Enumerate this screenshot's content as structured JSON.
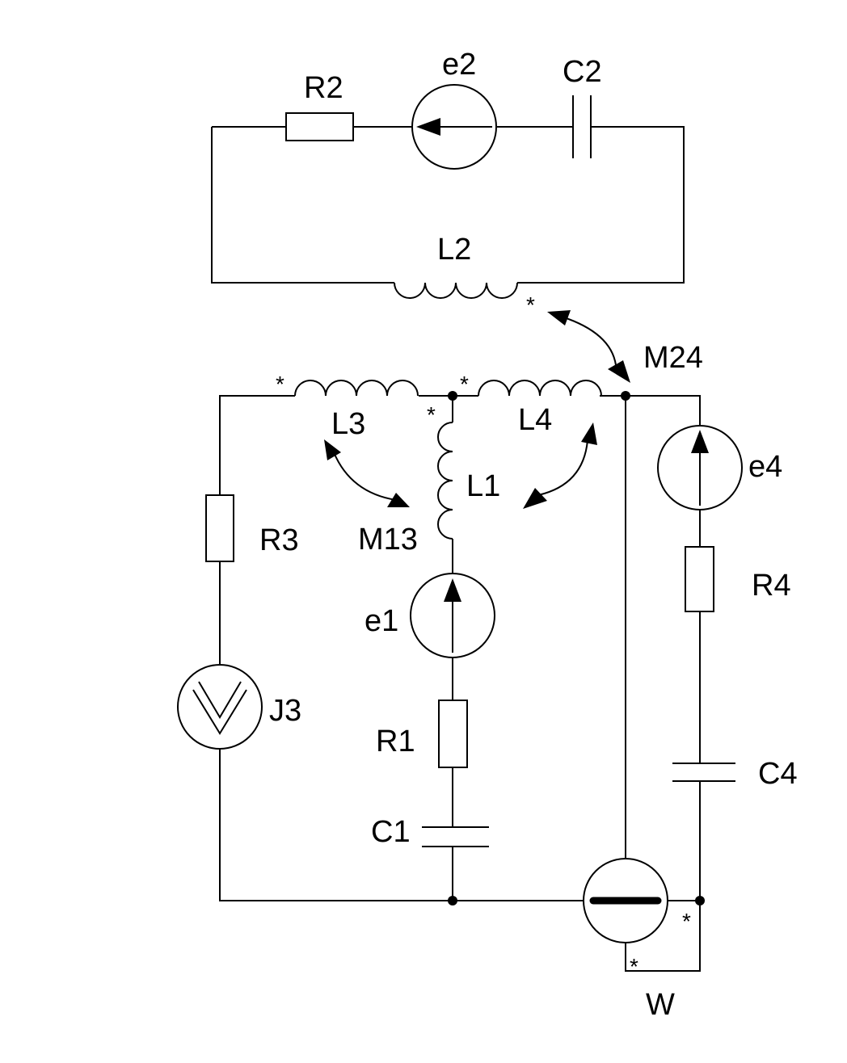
{
  "diagram": {
    "labels": {
      "R2": "R2",
      "e2": "e2",
      "C2": "C2",
      "L2": "L2",
      "M24": "M24",
      "L3": "L3",
      "L4": "L4",
      "L1": "L1",
      "M13": "M13",
      "R3": "R3",
      "e1": "e1",
      "e4": "e4",
      "R4": "R4",
      "J3": "J3",
      "R1": "R1",
      "C1": "C1",
      "C4": "C4",
      "W": "W"
    },
    "polarity_mark": "*"
  }
}
